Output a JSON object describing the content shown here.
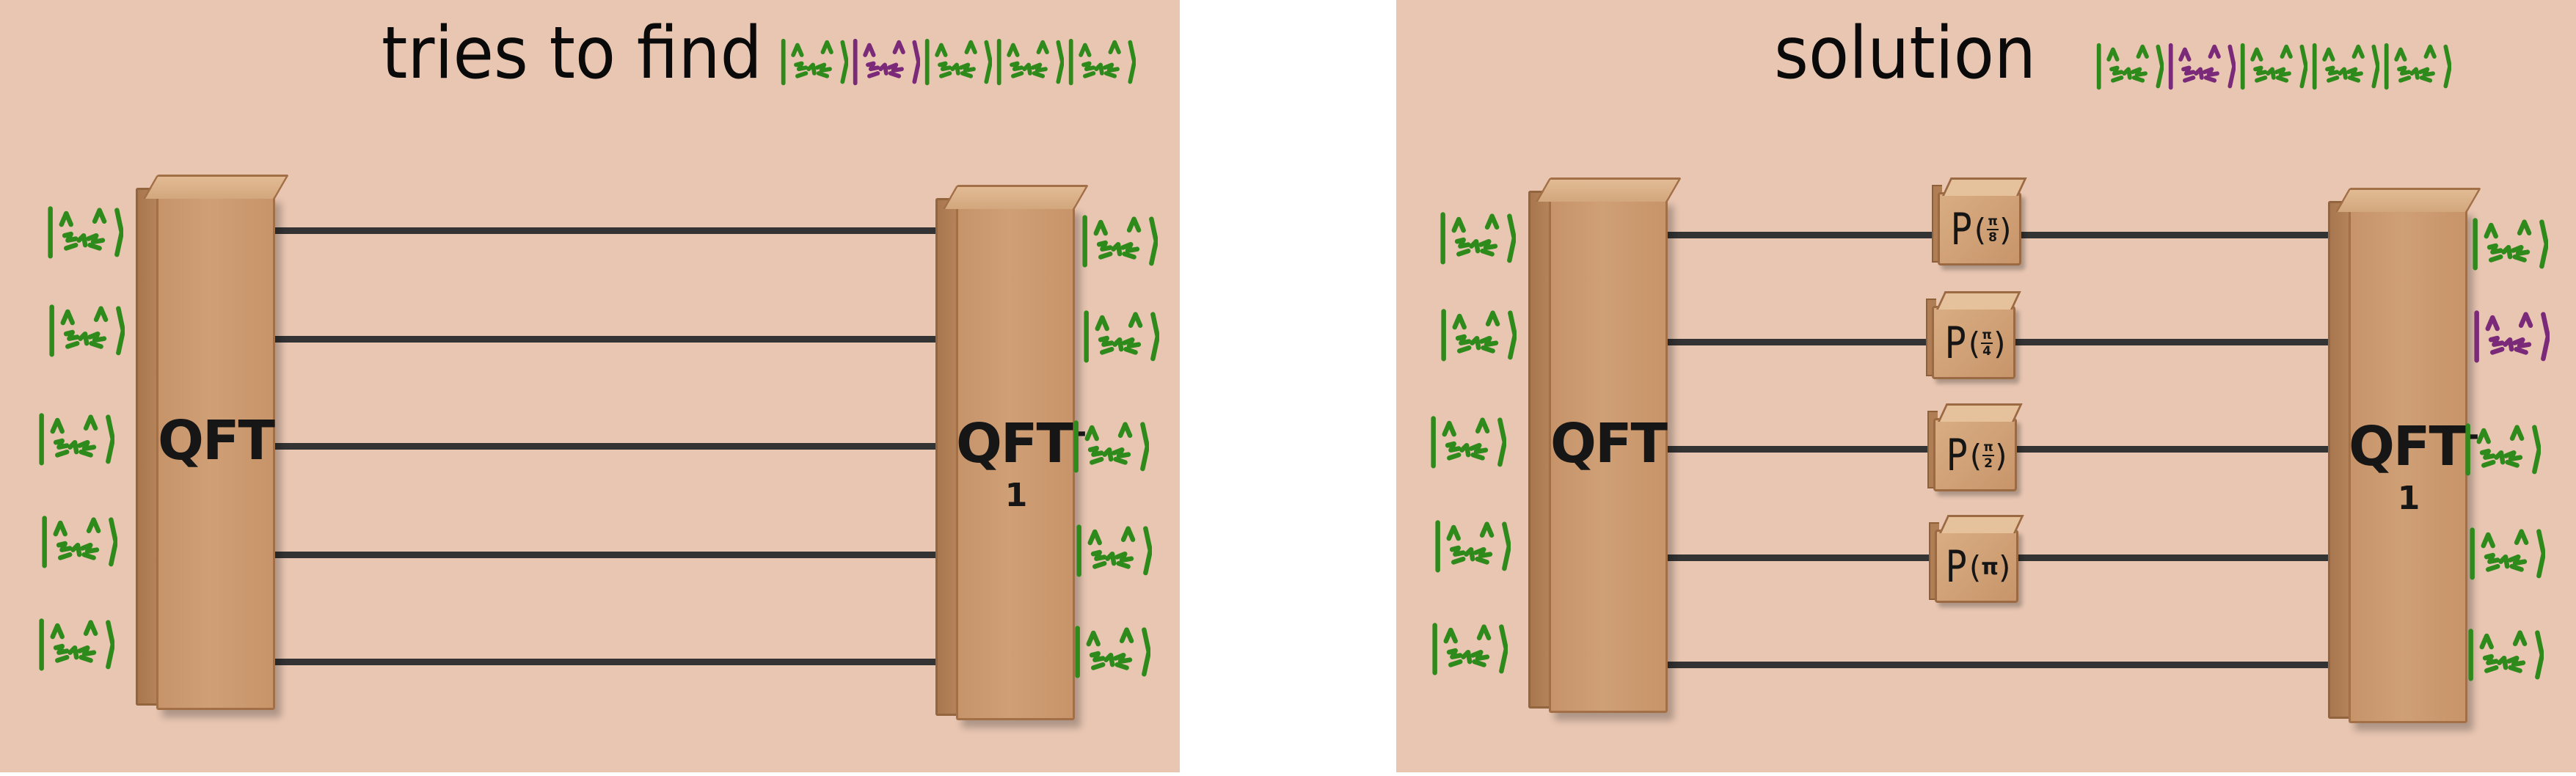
{
  "panels": [
    {
      "title": "tries to find",
      "left_column_label": "QFT",
      "right_column_label": "QFT",
      "right_column_superscript": "-1",
      "input_states": [
        "green",
        "green",
        "green",
        "green",
        "green"
      ],
      "output_states": [
        "green",
        "green",
        "green",
        "green",
        "green"
      ],
      "header_states": [
        "green",
        "purple",
        "green",
        "green",
        "green"
      ],
      "phase_gates": []
    },
    {
      "title": "solution",
      "left_column_label": "QFT",
      "right_column_label": "QFT",
      "right_column_superscript": "-1",
      "input_states": [
        "green",
        "green",
        "green",
        "green",
        "green"
      ],
      "output_states": [
        "green",
        "purple",
        "green",
        "green",
        "green"
      ],
      "header_states": [
        "green",
        "purple",
        "green",
        "green",
        "green"
      ],
      "phase_gates": [
        {
          "letter": "P",
          "num": "π",
          "den": "8"
        },
        {
          "letter": "P",
          "num": "π",
          "den": "4"
        },
        {
          "letter": "P",
          "num": "π",
          "den": "2"
        },
        {
          "letter": "P",
          "num": "",
          "den": "",
          "whole": "π"
        }
      ]
    }
  ],
  "colors": {
    "background": "#e8c6b2",
    "wire": "#333333",
    "state_green": "#2f8a1c",
    "state_purple": "#7a2a78",
    "box_wood": "#cf9f75"
  },
  "icons": {
    "state_symbol": "cat-face-ket-icon",
    "column": "wooden-box-column-icon",
    "gate": "wooden-cube-gate-icon"
  }
}
